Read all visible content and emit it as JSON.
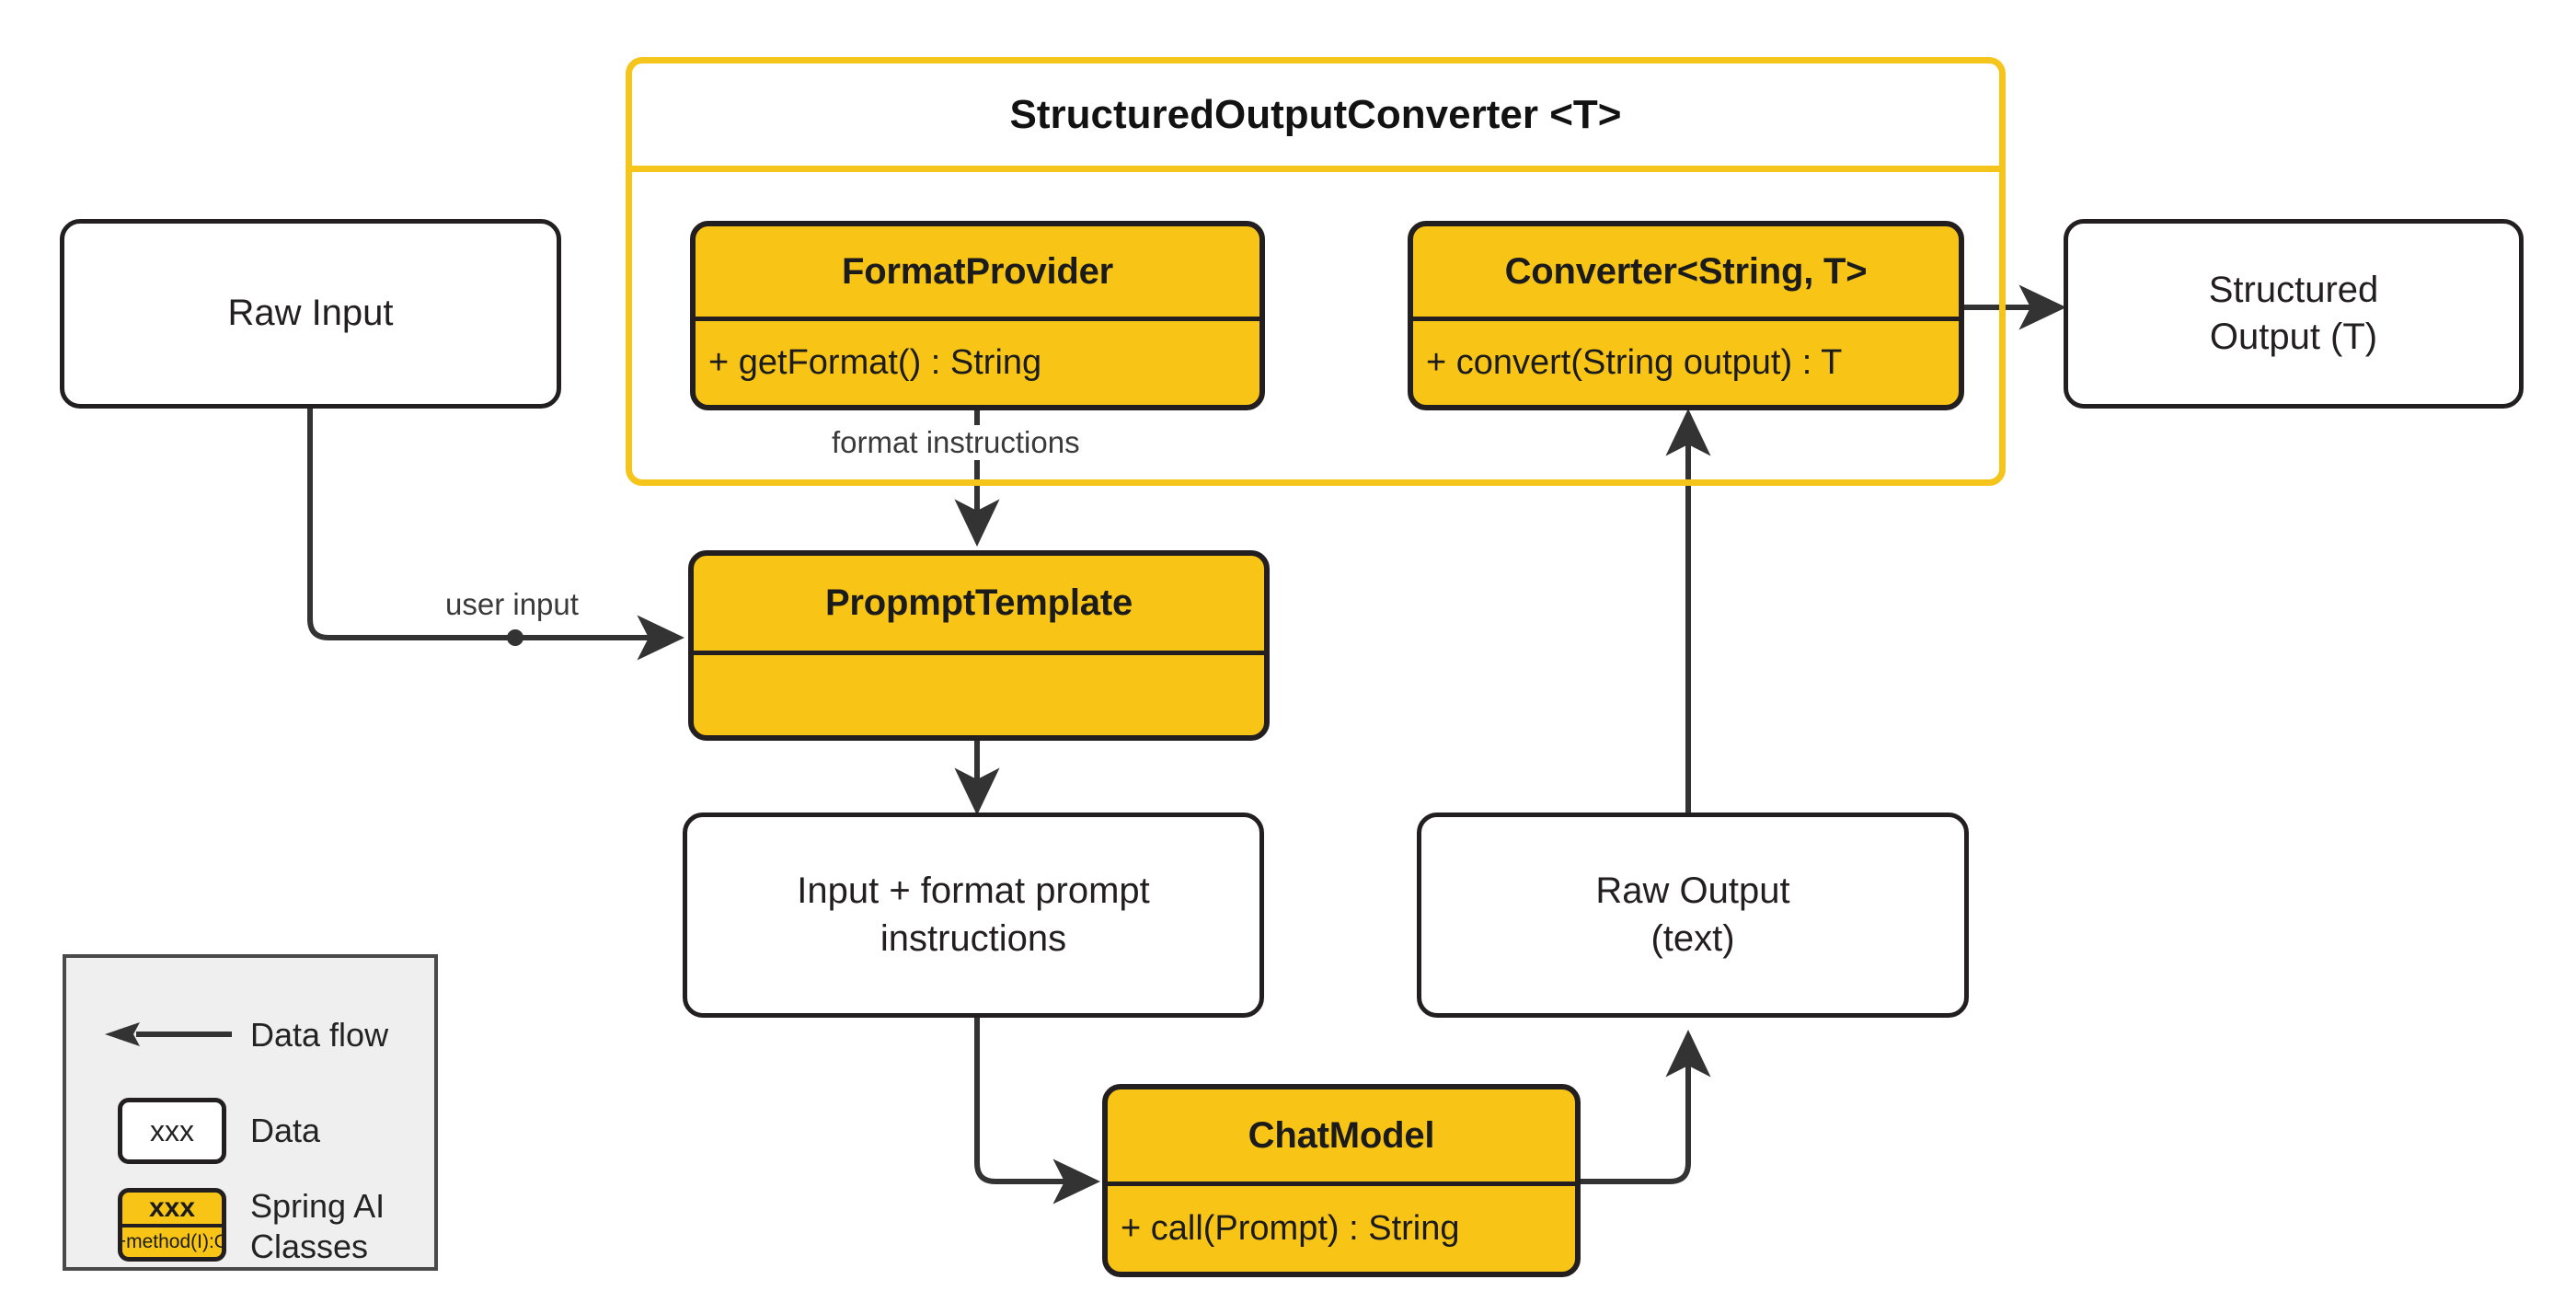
{
  "diagram": {
    "title_group": "StructuredOutputConverter <T>",
    "accent_yellow": "#F6C51B",
    "node_fill_yellow": "#F8C517",
    "stroke_dark": "#231f20",
    "legend_bg": "#efefef"
  },
  "nodes": {
    "raw_input": {
      "line1": "Raw Input"
    },
    "structured_output": {
      "line1": "Structured",
      "line2": "Output (T)"
    },
    "input_format_prompt": {
      "line1": "Input + format prompt",
      "line2": "instructions"
    },
    "raw_output": {
      "line1": "Raw Output",
      "line2": "(text)"
    },
    "format_provider": {
      "title": "FormatProvider",
      "method": "+ getFormat() : String"
    },
    "converter": {
      "title": "Converter<String, T>",
      "method": "+ convert(String output) : T"
    },
    "prompt_template": {
      "title": "PropmptTemplate",
      "method": ""
    },
    "chat_model": {
      "title": "ChatModel",
      "method": "+ call(Prompt) : String"
    }
  },
  "edges": {
    "format_instructions": "format instructions",
    "user_input": "user input"
  },
  "legend": {
    "rows": [
      {
        "icon": "left-arrow-icon",
        "label": "Data flow"
      },
      {
        "icon": "white-rounded-box-icon",
        "sample": "xxx",
        "label": "Data"
      },
      {
        "icon": "yellow-uml-box-icon",
        "sample": "xxx",
        "sample_method": "+method(I):O",
        "label": "Spring AI\nClasses"
      }
    ]
  }
}
